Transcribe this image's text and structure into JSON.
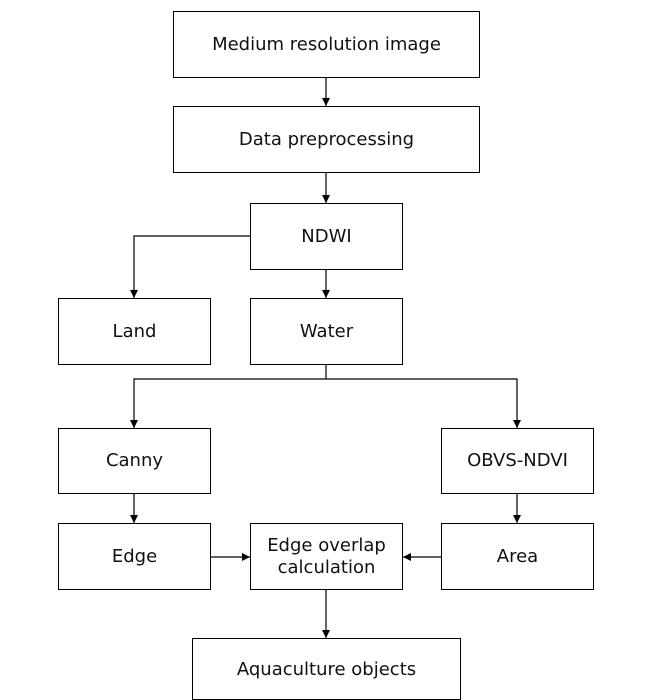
{
  "diagram": {
    "nodes": {
      "medium": "Medium resolution image",
      "preproc": "Data preprocessing",
      "ndwi": "NDWI",
      "land": "Land",
      "water": "Water",
      "canny": "Canny",
      "obvs": "OBVS-NDVI",
      "edge": "Edge",
      "overlap": [
        "Edge overlap",
        "calculation"
      ],
      "area": "Area",
      "aqua": "Aquaculture objects"
    },
    "edges": [
      {
        "from": "medium",
        "to": "preproc"
      },
      {
        "from": "preproc",
        "to": "ndwi"
      },
      {
        "from": "ndwi",
        "to": "land"
      },
      {
        "from": "ndwi",
        "to": "water"
      },
      {
        "from": "water",
        "to": "canny"
      },
      {
        "from": "water",
        "to": "obvs"
      },
      {
        "from": "canny",
        "to": "edge"
      },
      {
        "from": "obvs",
        "to": "area"
      },
      {
        "from": "edge",
        "to": "overlap"
      },
      {
        "from": "area",
        "to": "overlap"
      },
      {
        "from": "overlap",
        "to": "aqua"
      }
    ],
    "colors": {
      "line": "#000000",
      "box_fill": "#ffffff",
      "text": "#111111"
    }
  }
}
